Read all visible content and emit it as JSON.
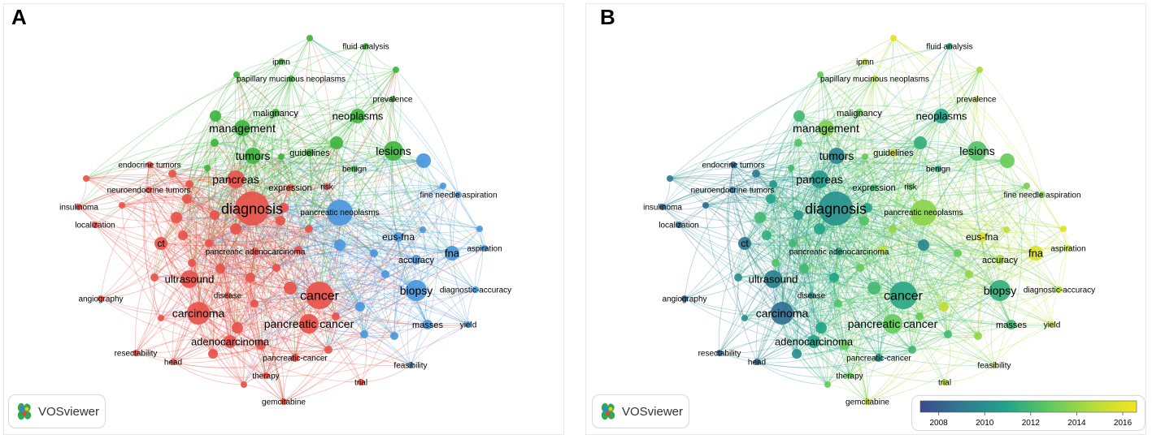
{
  "panels": [
    {
      "id": "A",
      "letter": "A",
      "brand": "VOSviewer"
    },
    {
      "id": "B",
      "letter": "B",
      "brand": "VOSviewer"
    }
  ],
  "clusters": {
    "red": "#e8524a",
    "green": "#3fb53f",
    "blue": "#4a97dd"
  },
  "overlay_colorbar": {
    "ticks": [
      "2008",
      "2010",
      "2012",
      "2014",
      "2016"
    ],
    "colors": [
      "#3b4a8f",
      "#2f7c93",
      "#22a38a",
      "#5fca5e",
      "#b7dc3a",
      "#f5e51e"
    ]
  },
  "nodes": [
    {
      "label": "fluid analysis",
      "cluster": "green",
      "year": 2010.5
    },
    {
      "label": "ipmn",
      "cluster": "green",
      "year": 2015.5
    },
    {
      "label": "papillary mucinous neoplasms",
      "cluster": "green",
      "year": 2014.5
    },
    {
      "label": "prevalence",
      "cluster": "green",
      "year": 2015.5
    },
    {
      "label": "malignancy",
      "cluster": "green",
      "year": 2013
    },
    {
      "label": "management",
      "cluster": "green",
      "year": 2013.5
    },
    {
      "label": "neoplasms",
      "cluster": "green",
      "year": 2011
    },
    {
      "label": "tumors",
      "cluster": "green",
      "year": 2009.5
    },
    {
      "label": "guidelines",
      "cluster": "green",
      "year": 2015.5
    },
    {
      "label": "lesions",
      "cluster": "green",
      "year": 2012.5
    },
    {
      "label": "benign",
      "cluster": "green",
      "year": 2011
    },
    {
      "label": "pancreas",
      "cluster": "red",
      "year": 2010.5
    },
    {
      "label": "expression",
      "cluster": "red",
      "year": 2012
    },
    {
      "label": "risk",
      "cluster": "red",
      "year": 2013
    },
    {
      "label": "endocrine tumors",
      "cluster": "red",
      "year": 2008.2
    },
    {
      "label": "neuroendocrine tumors",
      "cluster": "red",
      "year": 2008.8
    },
    {
      "label": "insulinoma",
      "cluster": "red",
      "year": 2008.3
    },
    {
      "label": "localization",
      "cluster": "red",
      "year": 2008.5
    },
    {
      "label": "diagnosis",
      "cluster": "red",
      "year": 2010.2
    },
    {
      "label": "ct",
      "cluster": "red",
      "year": 2009
    },
    {
      "label": "pancreatic adenocarcinoma",
      "cluster": "red",
      "year": 2011
    },
    {
      "label": "ultrasound",
      "cluster": "red",
      "year": 2009.3
    },
    {
      "label": "disease",
      "cluster": "red",
      "year": 2010
    },
    {
      "label": "angiography",
      "cluster": "red",
      "year": 2008.4
    },
    {
      "label": "carcinoma",
      "cluster": "red",
      "year": 2008.6
    },
    {
      "label": "adenocarcinoma",
      "cluster": "red",
      "year": 2011
    },
    {
      "label": "cancer",
      "cluster": "red",
      "year": 2011.2
    },
    {
      "label": "pancreatic cancer",
      "cluster": "red",
      "year": 2013
    },
    {
      "label": "resectability",
      "cluster": "red",
      "year": 2008.5
    },
    {
      "label": "head",
      "cluster": "red",
      "year": 2008.3
    },
    {
      "label": "pancreatic-cancer",
      "cluster": "red",
      "year": 2010.5
    },
    {
      "label": "therapy",
      "cluster": "red",
      "year": 2013
    },
    {
      "label": "trial",
      "cluster": "red",
      "year": 2015
    },
    {
      "label": "gemcitabine",
      "cluster": "red",
      "year": 2015.5
    },
    {
      "label": "pancreatic neoplasms",
      "cluster": "blue",
      "year": 2013.8
    },
    {
      "label": "fine needle aspiration",
      "cluster": "blue",
      "year": 2013.5
    },
    {
      "label": "eus-fna",
      "cluster": "blue",
      "year": 2015.8
    },
    {
      "label": "aspiration",
      "cluster": "blue",
      "year": 2015.5
    },
    {
      "label": "accuracy",
      "cluster": "blue",
      "year": 2014.5
    },
    {
      "label": "fna",
      "cluster": "blue",
      "year": 2015.8
    },
    {
      "label": "biopsy",
      "cluster": "blue",
      "year": 2011.5
    },
    {
      "label": "diagnostic-accuracy",
      "cluster": "blue",
      "year": 2014.8
    },
    {
      "label": "masses",
      "cluster": "blue",
      "year": 2012
    },
    {
      "label": "yield",
      "cluster": "blue",
      "year": 2015.5
    },
    {
      "label": "feasibility",
      "cluster": "blue",
      "year": 2015
    }
  ]
}
